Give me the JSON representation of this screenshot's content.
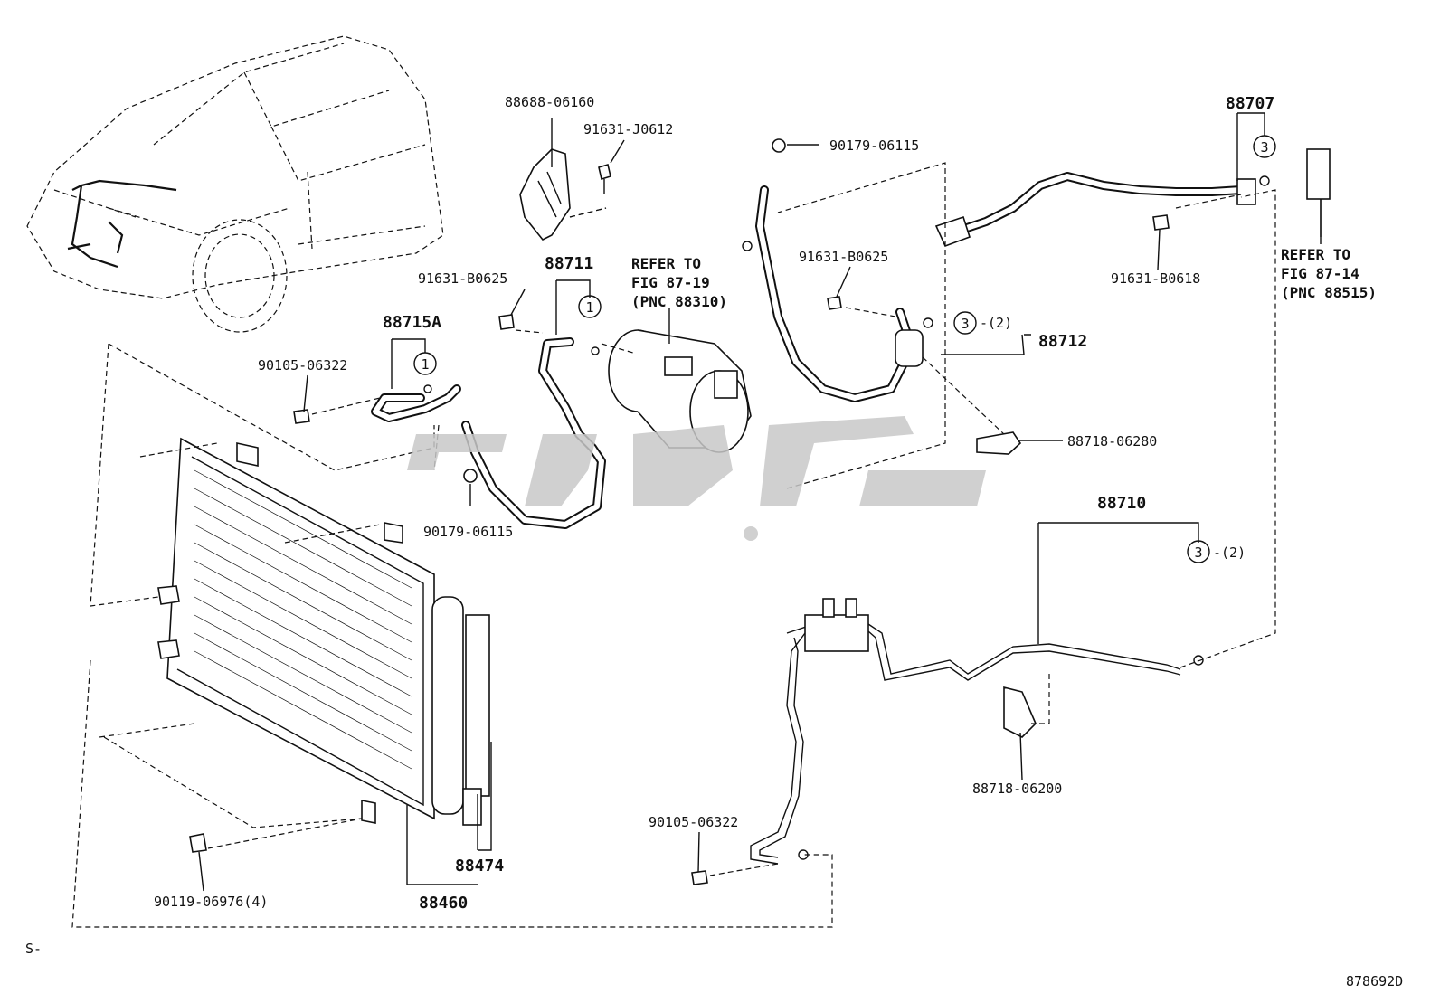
{
  "labels": {
    "bracket_88688": "88688-06160",
    "bolt_91631_j0612": "91631-J0612",
    "plug_90179_top": "90179-06115",
    "pipe_88707": "88707",
    "pipe_88711": "88711",
    "refer_compressor_1": "REFER TO",
    "refer_compressor_2": "FIG 87-19",
    "refer_compressor_3": "(PNC 88310)",
    "bolt_91631_b0625_left": "91631-B0625",
    "bolt_91631_b0625_mid": "91631-B0625",
    "bolt_91631_b0618": "91631-B0618",
    "refer_valve_1": "REFER TO",
    "refer_valve_2": "FIG 87-14",
    "refer_valve_3": "(PNC 88515)",
    "hose_88715a": "88715A",
    "bolt_90105_left": "90105-06322",
    "hose_88712": "88712",
    "qty_88712": "-(2)",
    "clamp_88718_06280": "88718-06280",
    "plug_90179_bottom": "90179-06115",
    "pipe_88710": "88710",
    "qty_88710": "-(2)",
    "clamp_88718_06200": "88718-06200",
    "bolt_90105_bottom": "90105-06322",
    "bolt_90119": "90119-06976(4)",
    "condenser_88460": "88460",
    "drier_88474": "88474",
    "corner_left": "S-",
    "figure_code": "878692D"
  },
  "callouts": {
    "ring_1_a": "1",
    "ring_1_b": "1",
    "ring_3_a": "3",
    "ring_3_b": "3",
    "ring_3_c": "3"
  },
  "watermark_color": "#c8c8c8"
}
